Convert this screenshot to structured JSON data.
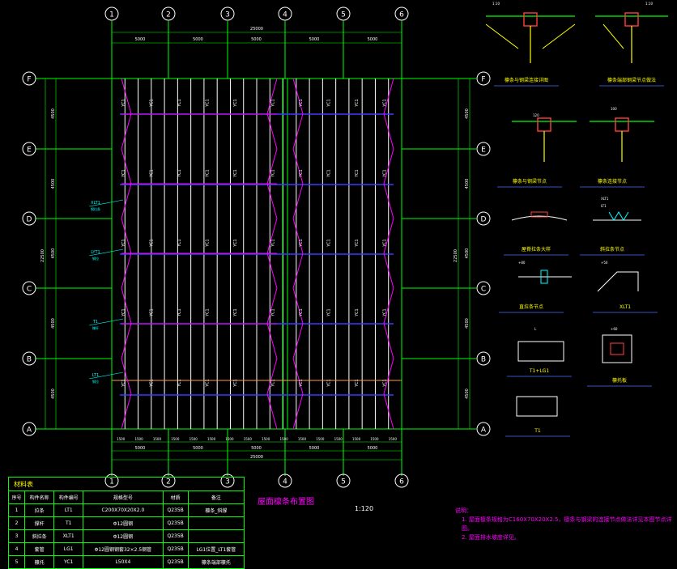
{
  "axes_top": [
    "1",
    "2",
    "3",
    "4",
    "5",
    "6"
  ],
  "axes_left": [
    "F",
    "E",
    "D",
    "C",
    "B",
    "A"
  ],
  "dims_top": {
    "total": "25000",
    "spans": [
      "5000",
      "5000",
      "5000",
      "5000",
      "5000"
    ]
  },
  "dims_side": [
    "4500",
    "4500",
    "4500",
    "4500",
    "4500"
  ],
  "dims_side_total": "22500",
  "dims_bottom_fine": [
    "1500",
    "1500",
    "1500",
    "1500",
    "1500",
    "1500",
    "1500",
    "1500",
    "1500",
    "1500",
    "1500",
    "1500",
    "1500",
    "1500",
    "1500",
    "1500"
  ],
  "purlin_label": "YC1",
  "callouts": [
    {
      "code": "XLT1",
      "sub": "钢拉条"
    },
    {
      "code": "LYT1",
      "sub": "钢拉"
    },
    {
      "code": "T1",
      "sub": "撑杆"
    },
    {
      "code": "LT1",
      "sub": "钢拉"
    }
  ],
  "plan_title": "屋面檩条布置图",
  "plan_scale": "1:120",
  "details": [
    {
      "label": "檩条与钢梁连接详图"
    },
    {
      "label": "檩条端部钢梁节点做法"
    },
    {
      "label": "檩条与钢梁节点"
    },
    {
      "label": "檩条连接节点"
    },
    {
      "label": "屋脊拉条大样"
    },
    {
      "label": "斜拉条节点"
    },
    {
      "label": "直拉条节点"
    },
    {
      "label": "XLT1"
    },
    {
      "label": "T1+LG1"
    },
    {
      "label": "檩托板"
    },
    {
      "label": "T1"
    }
  ],
  "detail_small": [
    "1:10",
    "1:10",
    "120",
    "100",
    "XLT1",
    "LT1",
    "+80",
    "+50",
    "L",
    "+60"
  ],
  "table": {
    "title": "材料表",
    "headers": [
      "序号",
      "构件名称",
      "构件编号",
      "规格型号",
      "材质",
      "备注"
    ],
    "rows": [
      [
        "1",
        "拉条",
        "LT1",
        "C200X70X20X2.0",
        "Q235B",
        "檩条_斜撑"
      ],
      [
        "2",
        "撑杆",
        "T1",
        "Φ12圆钢",
        "Q235B",
        ""
      ],
      [
        "3",
        "斜拉条",
        "XLT1",
        "Φ12圆钢",
        "Q235B",
        ""
      ],
      [
        "4",
        "套管",
        "LG1",
        "Φ12圆钢钢套32×2.5钢管",
        "Q235B",
        "LG1位置_LT1套管"
      ],
      [
        "5",
        "檩托",
        "YC1",
        "L50X4",
        "Q235B",
        "檩条端部檩托"
      ]
    ]
  },
  "notes": {
    "title": "说明：",
    "lines": [
      "1. 屋面檩条规格为C160X70X20X2.5，檩条与钢梁的连接节点做法详见本图节点详图。",
      "2. 屋面排水坡度详见。"
    ]
  },
  "colors": {
    "grid": "#00ff00",
    "purlin": "#ffffff",
    "truss": "#ff00ff",
    "tie": "#3b3bff",
    "text": "#ffff00"
  }
}
